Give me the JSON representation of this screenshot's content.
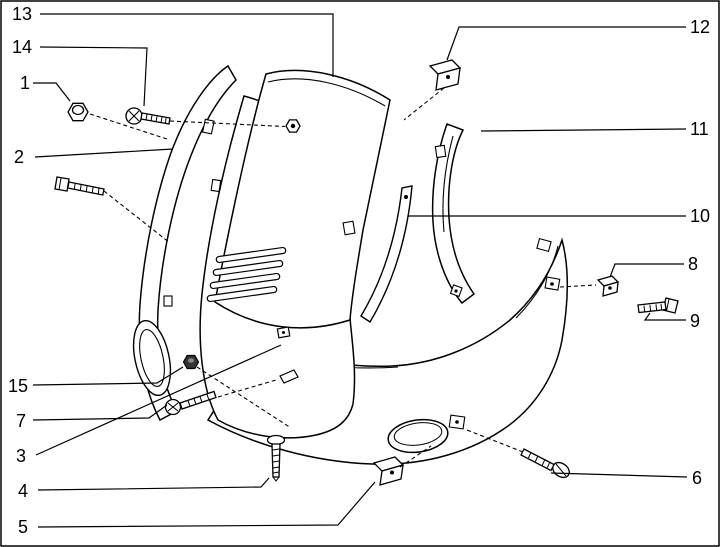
{
  "diagram": {
    "type": "exploded-parts-diagram",
    "background_color": "#ffffff",
    "line_color": "#000000",
    "callouts": {
      "p1": {
        "label": "1"
      },
      "p2": {
        "label": "2"
      },
      "p3": {
        "label": "3"
      },
      "p4": {
        "label": "4"
      },
      "p5": {
        "label": "5"
      },
      "p6": {
        "label": "6"
      },
      "p7": {
        "label": "7"
      },
      "p8": {
        "label": "8"
      },
      "p9": {
        "label": "9"
      },
      "p10": {
        "label": "10"
      },
      "p11": {
        "label": "11"
      },
      "p12": {
        "label": "12"
      },
      "p13": {
        "label": "13"
      },
      "p14": {
        "label": "14"
      },
      "p15": {
        "label": "15"
      }
    }
  }
}
